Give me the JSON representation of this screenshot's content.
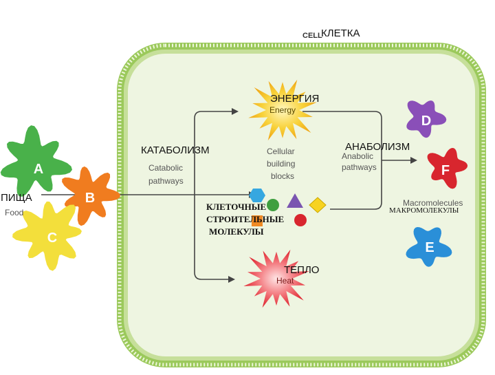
{
  "header": {
    "cell_en": "CELL",
    "cell_ru": "КЛЕТКА"
  },
  "colors": {
    "membrane_outer": "#9bc95b",
    "membrane_inner": "#c6df9a",
    "cytoplasm": "#eef5e1",
    "arrow": "#444444",
    "energy": "#f4c21b",
    "heat": "#e8343c",
    "food_a": "#49b14a",
    "food_b": "#f07c1f",
    "food_c": "#f3df3b",
    "macro_d": "#8a4fb8",
    "macro_f": "#d8262e",
    "macro_e": "#2a8fd8"
  },
  "labels": {
    "energy_ru": "ЭНЕРГИЯ",
    "energy_en": "Energy",
    "heat_ru": "ТЕПЛО",
    "heat_en": "Heat",
    "catabolism_ru": "КАТАБОЛИЗМ",
    "catabolic_en": "Catabolic",
    "catabolic_en2": "pathways",
    "anabolism_ru": "АНАБОЛИЗМ",
    "anabolic_en": "Anabolic",
    "anabolic_en2": "pathways",
    "cellular_en": "Cellular",
    "building_en": "building",
    "blocks_en": "blocks",
    "blocks_ru_1": "КЛЕТОЧНЫЕ",
    "blocks_ru_2": "СТРОИТЕЛЬНЫЕ",
    "blocks_ru_3": "МОЛЕКУЛЫ",
    "food_ru": "ПИЩА",
    "food_en": "Food",
    "macro_en": "Macromolecules",
    "macro_ru": "МАКРОМОЛЕКУЛЫ"
  },
  "blobs": {
    "food": [
      "A",
      "B",
      "C"
    ],
    "macro": [
      "D",
      "F",
      "E"
    ]
  },
  "shapes": {
    "names": [
      "blue-hexagon",
      "green-circle",
      "purple-triangle",
      "yellow-diamond",
      "orange-square",
      "red-circle"
    ]
  }
}
